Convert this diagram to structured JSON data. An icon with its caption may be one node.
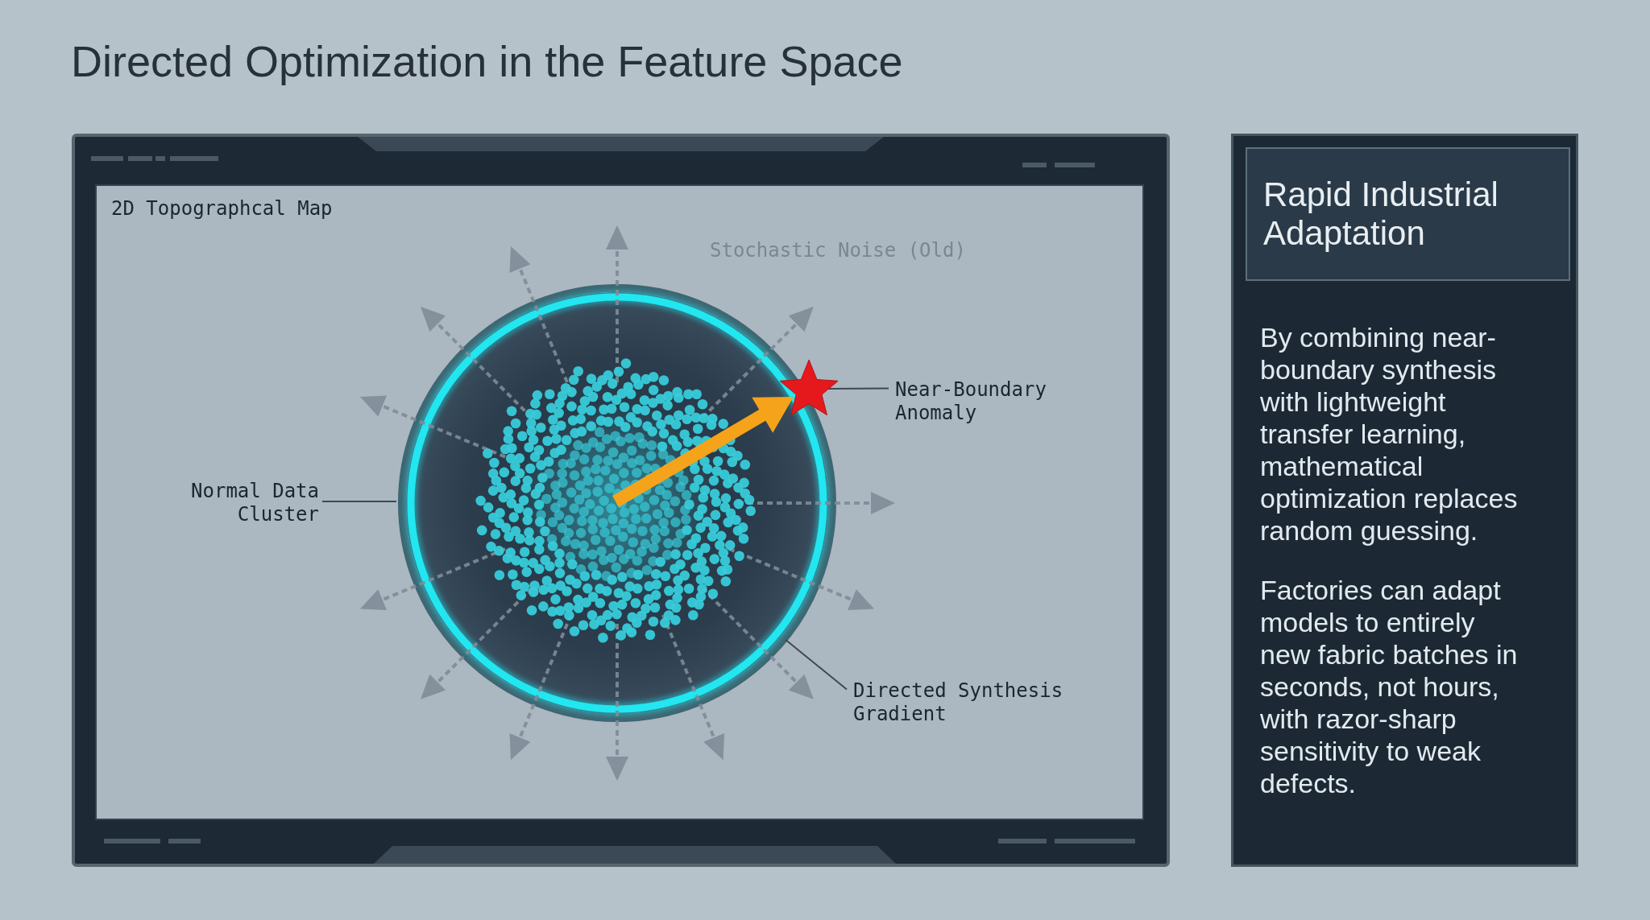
{
  "diagram": {
    "title": "Directed Optimization in the Feature Space",
    "nodes": [
      {
        "text": [
          "2D Topographcal Map"
        ]
      },
      {
        "text": [
          "Normal Data Cluster"
        ],
        "in": 0
      },
      {
        "text": [],
        "shape": "circle",
        "in": 0
      },
      {
        "text": [
          "Near-Boundary Anomaly"
        ],
        "in": 0
      },
      {
        "text": [],
        "shape": "star",
        "in": 0
      },
      {
        "text": [
          "Directed Synthesis Gradient"
        ],
        "in": 0
      },
      {
        "text": [
          "By combining near-boundary synthesis with lightweight transfer learning, mathematical optimization replaces random guessing.",
          "Factories can adapt models to entirely new fabric batches in seconds, not hours, with razor-sharp sensitivity to weak defects."
        ]
      },
      {
        "text": [
          "Rapid Industrial Adaptation"
        ],
        "in": 6
      }
    ],
    "edges": [
      {
        "from": 1,
        "to": 2,
        "arrow": "none"
      },
      {
        "from": 3,
        "to": 4,
        "arrow": "none"
      },
      {
        "from": 5,
        "to": 2,
        "arrow": "none"
      },
      {
        "from": 2,
        "to": 4,
        "arrow": "to",
        "style": "thick",
        "color": "#f5a31a"
      }
    ],
    "labels": [
      "Stochastic Noise (Old)"
    ]
  }
}
